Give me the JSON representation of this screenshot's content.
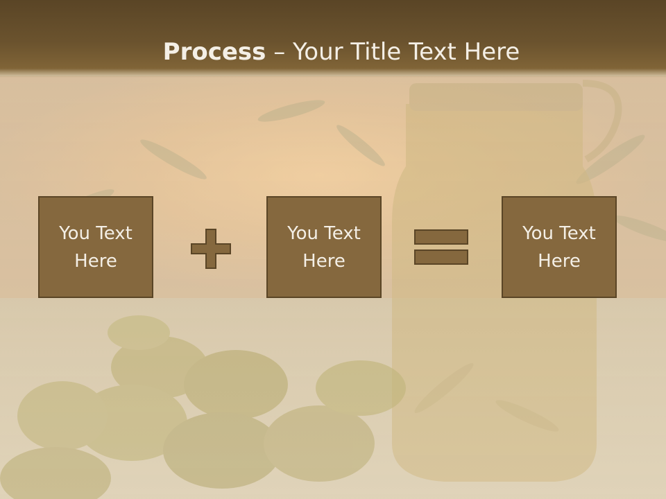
{
  "slide": {
    "title_bold": "Process",
    "title_sep": " – ",
    "title_rest": "Your Title Text Here",
    "boxes": [
      {
        "text": "You Text Here"
      },
      {
        "text": "You Text Here"
      },
      {
        "text": "You Text Here"
      }
    ],
    "operators": [
      "plus-icon",
      "equals-icon"
    ]
  },
  "colors": {
    "title_bar": "#6b532e",
    "box_fill": "#85683e",
    "box_border": "#5a4526",
    "text": "#f4efe6"
  }
}
